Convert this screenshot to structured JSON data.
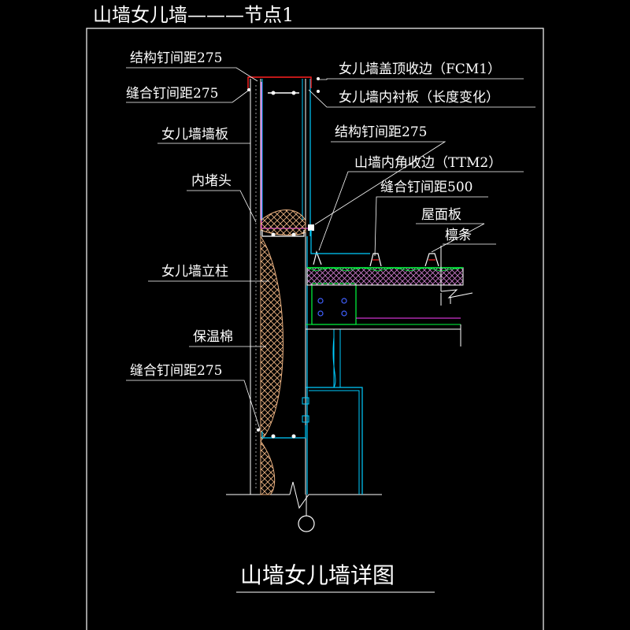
{
  "drawing": {
    "header_title": "山墙女儿墙———节点1",
    "footer_title": "山墙女儿墙详图",
    "labels": {
      "struct_nail_275_a": "结构钉间距275",
      "seam_nail_275_a": "缝合钉间距275",
      "parapet_cap": "女儿墙盖顶收边（FCM1）",
      "parapet_liner": "女儿墙内衬板（长度变化）",
      "parapet_panel": "女儿墙墙板",
      "struct_nail_275_b": "结构钉间距275",
      "gable_inner_corner": "山墙内角收边（TTM2）",
      "inner_plug": "内堵头",
      "seam_nail_500": "缝合钉间距500",
      "roof_panel": "屋面板",
      "purlin": "檩条",
      "parapet_column": "女儿墙立柱",
      "insulation": "保温棉",
      "seam_nail_275_b": "缝合钉间距275"
    },
    "colors": {
      "background": "#000000",
      "frame": "#ffffff",
      "panel": "#00ccff",
      "flashing_red": "#ff2020",
      "magenta": "#ff40ff",
      "green": "#00ff40",
      "steel": "#00ffff",
      "insulation": "#ffcc99",
      "leader": "#ffffff"
    }
  }
}
